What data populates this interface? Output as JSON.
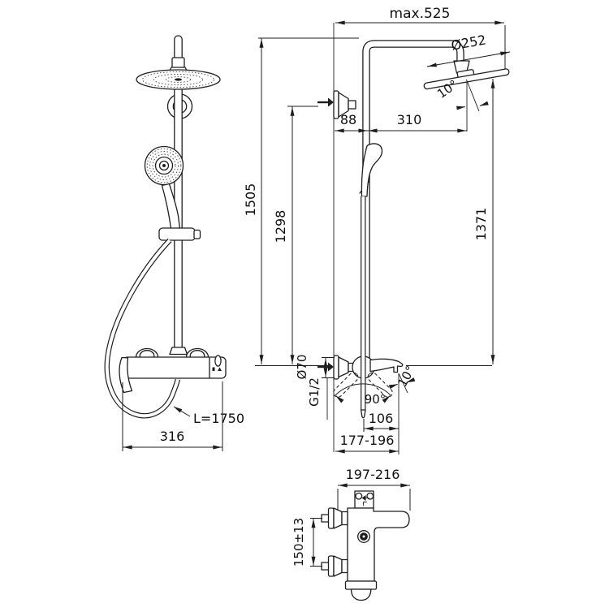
{
  "drawing": {
    "type": "technical-dimension-drawing",
    "subject": "shower system with rain head, hand shower and wall mixer",
    "colors": {
      "line": "#1e1e1e",
      "background": "#ffffff"
    },
    "views": {
      "front": {
        "name": "front view",
        "hose_length": "L=1750",
        "width": "316"
      },
      "side": {
        "name": "side view",
        "max_width": "max.525",
        "head_diameter": "Ø252",
        "head_tilt": "10°",
        "wall_to_rail": "88",
        "rail_to_head": "310",
        "total_height": "1505",
        "bracket_height": "1298",
        "head_height": "1371",
        "escutcheon_diameter": "Ø70",
        "connection_thread": "G1/2",
        "handle_swing": "90°",
        "spout_tilt": "10°",
        "spout_reach": "106",
        "wall_depth": "177-196"
      },
      "bottom": {
        "name": "mixer plan view",
        "width": "197-216",
        "inlet_spacing": "150±13"
      }
    }
  }
}
